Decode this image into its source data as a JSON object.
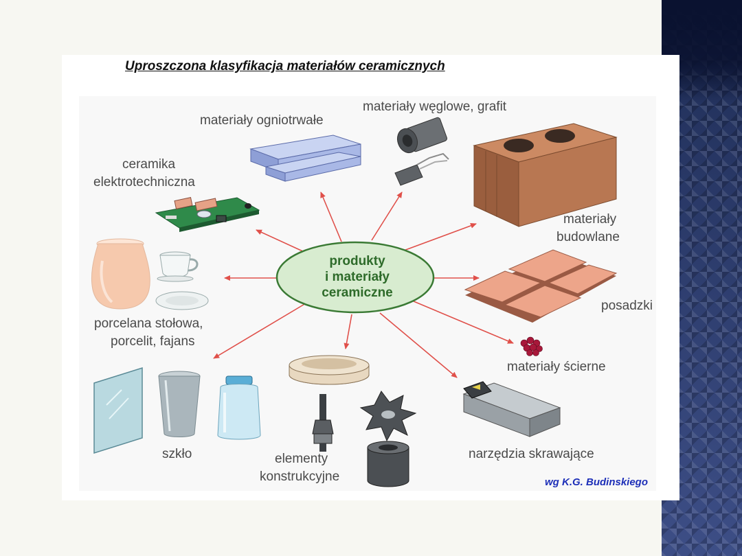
{
  "title": "Uproszczona klasyfikacja materiałów ceramicznych",
  "center": {
    "line1": "produkty",
    "line2": "i materiały",
    "line3": "ceramiczne"
  },
  "labels": {
    "refractory": "materiały ogniotrwałe",
    "carbon": "materiały węglowe, grafit",
    "electro_1": "ceramika",
    "electro_2": "elektrotechniczna",
    "building_1": "materiały",
    "building_2": "budowlane",
    "porcelain_1": "porcelana stołowa,",
    "porcelain_2": "porcelit, fajans",
    "floors": "posadzki",
    "abrasives": "materiały ścierne",
    "glass": "szkło",
    "structural_1": "elementy",
    "structural_2": "konstrukcyjne",
    "cutting_tools": "narzędzia skrawające"
  },
  "credit": "wg K.G. Budinskiego",
  "colors": {
    "arrow": "#e0504a",
    "ellipse_fill": "#d8ecd0",
    "ellipse_stroke": "#3a7a34",
    "center_text": "#2e6b2a",
    "credit_text": "#1d2fb8",
    "brick": "#b87752",
    "tile": "#eda58a",
    "refractory": "#a9b8e6",
    "glass": "#b9d9e0",
    "pcb": "#2f8a4a"
  },
  "icons": [
    "refractory-bricks-icon",
    "carbon-tube-icon",
    "graphite-brush-icon",
    "circuit-board-icon",
    "hollow-brick-icon",
    "vase-icon",
    "cup-icon",
    "plate-icon",
    "floor-tiles-icon",
    "abrasive-grains-icon",
    "glass-pane-icon",
    "glass-tumbler-icon",
    "glass-jar-icon",
    "ceramic-ring-icon",
    "spark-plug-icon",
    "gear-rotor-icon",
    "ceramic-bushing-icon",
    "cutting-tool-icon"
  ]
}
